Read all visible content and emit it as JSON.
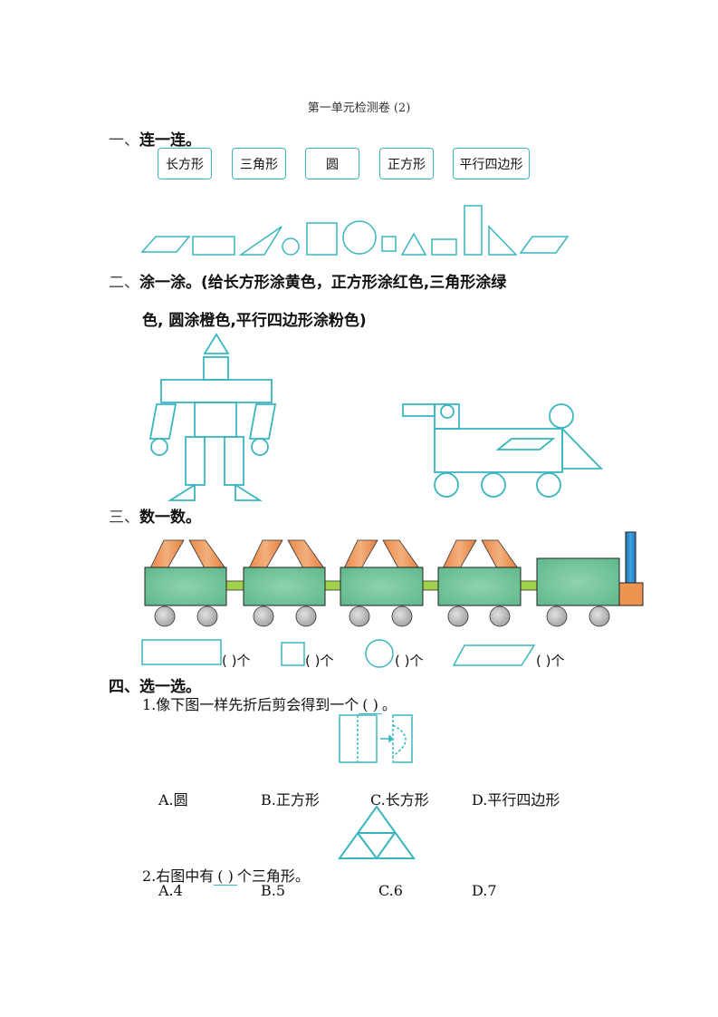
{
  "title": "第一单元检测卷 (2)",
  "colors": {
    "outline": "#38b6c0",
    "cart_green": "#6fc39a",
    "roof_orange": "#e88a4c",
    "wheel_gray": "#bcbcbc",
    "link_green": "#9fd14a",
    "chimney_blue": "#2e86c8",
    "engine_orange": "#ec9450"
  },
  "section1": {
    "num": "一、",
    "heading": "连一连。",
    "labels": [
      "长方形",
      "三角形",
      "圆",
      "正方形",
      "平行四边形"
    ],
    "shapes": [
      "parallelogram",
      "rectangle",
      "triangle-obtuse",
      "circle-small",
      "square-large",
      "circle-large",
      "square-small",
      "triangle",
      "rectangle-small",
      "rectangle-tall",
      "triangle-right",
      "parallelogram"
    ]
  },
  "section2": {
    "num": "二、",
    "heading": "涂一涂。",
    "instruction_line1": "(给长方形涂黄色，正方形涂红色,三角形涂绿",
    "instruction_line2": "色, 圆涂橙色,平行四边形涂粉色)",
    "figures": [
      "robot",
      "bird-cart"
    ]
  },
  "section3": {
    "num": "三、",
    "heading": "数一数。",
    "counts": [
      {
        "shape": "rectangle",
        "text": "(    )个"
      },
      {
        "shape": "square",
        "text": "(    )个"
      },
      {
        "shape": "circle",
        "text": "(    )个"
      },
      {
        "shape": "parallelogram",
        "text": "(    )个"
      }
    ]
  },
  "section4": {
    "num": "四、",
    "heading": "选一选。",
    "q1": {
      "prefix": "1.像下图一样先折后剪会得到一个",
      "blank": "(  )",
      "suffix": "。",
      "options": [
        "A.圆",
        "B.正方形",
        "C.长方形",
        "D.平行四边形"
      ]
    },
    "q2": {
      "prefix": "2.右图中有",
      "blank": "(  )",
      "suffix": "个三角形。",
      "options": [
        "A.4",
        "B.5",
        "C.6",
        "D.7"
      ]
    }
  }
}
